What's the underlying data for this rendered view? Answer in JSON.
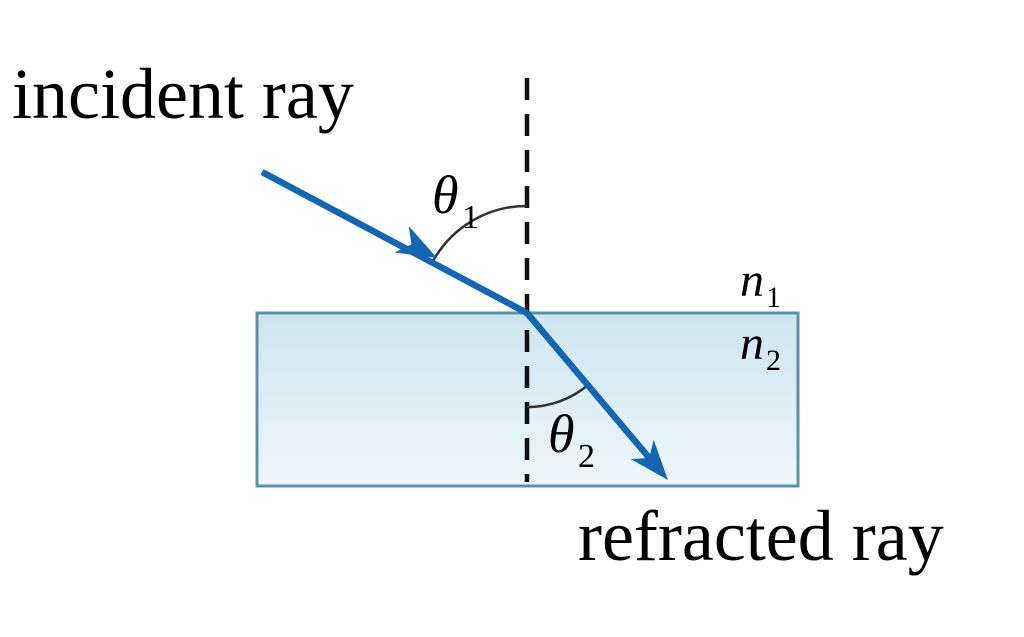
{
  "diagram": {
    "name": "light refraction diagram",
    "labels": {
      "incident_ray": "incident ray",
      "refracted_ray": "refracted ray",
      "theta1": {
        "symbol": "θ",
        "sub": "1"
      },
      "theta2": {
        "symbol": "θ",
        "sub": "2"
      },
      "n1": {
        "symbol": "n",
        "sub": "1"
      },
      "n2": {
        "symbol": "n",
        "sub": "2"
      }
    },
    "colors": {
      "ray": "#1566b0",
      "normal": "#111111",
      "arc": "#333333",
      "slab_border": "#5b92ab",
      "slab_fill_top": "#cde5f1",
      "slab_fill_bottom": "#eef6fb",
      "text": "#000000",
      "background": "#ffffff"
    }
  }
}
